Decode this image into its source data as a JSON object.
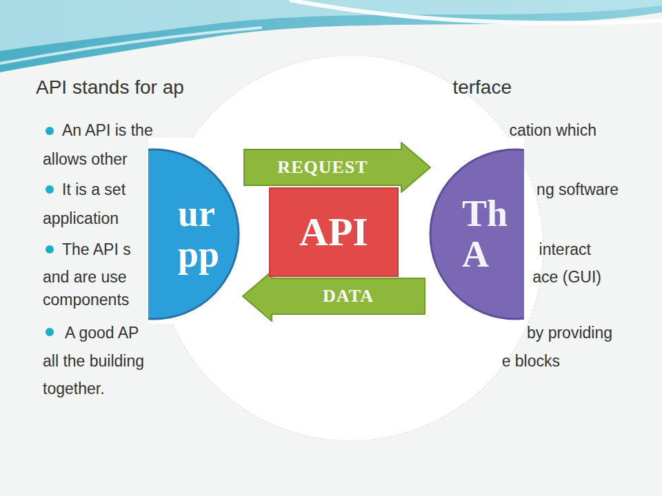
{
  "diagram": {
    "title": "API stands for ap",
    "nodes": [
      {
        "text": [
          "ur pp"
        ]
      },
      {
        "text": [
          "API"
        ]
      },
      {
        "text": [
          "Th A"
        ]
      }
    ],
    "edges": [
      {
        "from": 0,
        "to": 2,
        "arrow": "to",
        "label": "REQUEST"
      },
      {
        "from": 2,
        "to": 0,
        "arrow": "to",
        "label": "DATA"
      }
    ],
    "labels": [
      "terface",
      "An API is the",
      "cation which",
      "allows other",
      "It is a set",
      "ng software",
      "application",
      "The API s",
      "interact",
      "and are use",
      "ace (GUI)",
      "components",
      "A good AP",
      "by providing",
      "all the building",
      "e blocks",
      "together."
    ]
  }
}
